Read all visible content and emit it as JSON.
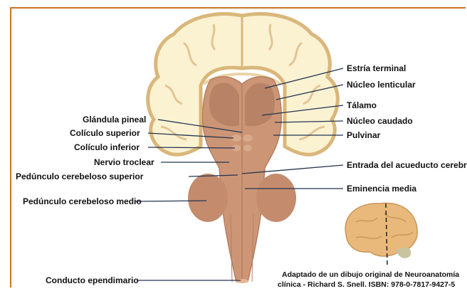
{
  "labels": {
    "estria_terminal": "Estría terminal",
    "nucleo_lenticular": "Núcleo lenticular",
    "talamo": "Tálamo",
    "nucleo_caudado": "Núcleo caudado",
    "pulvinar": "Pulvinar",
    "entrada_acueducto": "Entrada del acueducto cerebral",
    "eminencia_media": "Eminencia media",
    "glandula_pineal": "Glándula pineal",
    "coliculo_superior": "Colículo superior",
    "coliculo_inferior": "Colículo inferior",
    "nervio_troclear": "Nervio troclear",
    "pedunculo_superior": "Pedúnculo cerebeloso superior",
    "pedunculo_medio": "Pedúnculo cerebeloso medio",
    "conducto_ependimario": "Conducto ependimario"
  },
  "credit": {
    "line1": "Adaptado de un dibujo original de Neuroanatomía",
    "line2": "clínica - Richard S. Snell. ISBN: 978-0-7817-9427-5"
  },
  "colors": {
    "frame": "#c8741f",
    "cortex_outer": "#fbf2d2",
    "cortex_stroke": "#d9b77a",
    "brainstem": "#cc9676",
    "brainstem_dark": "#b37e62",
    "leader": "#23344f"
  }
}
